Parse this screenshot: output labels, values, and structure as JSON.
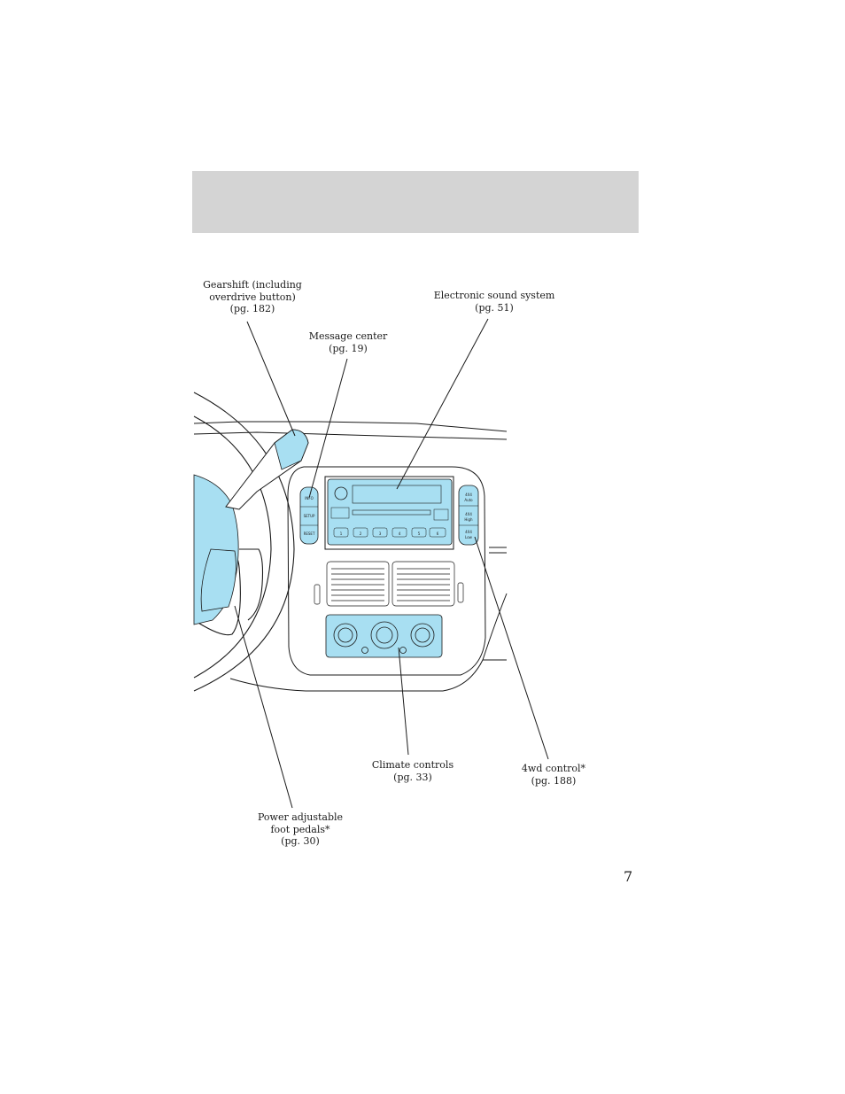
{
  "page_number": "7",
  "callouts": {
    "gearshift": [
      "Gearshift (including",
      "overdrive button)",
      "(pg. 182)"
    ],
    "message_center": [
      "Message center",
      "(pg. 19)"
    ],
    "sound_system": [
      "Electronic sound system",
      "(pg. 51)"
    ],
    "climate": [
      "Climate controls",
      "(pg. 33)"
    ],
    "fourwd": [
      "4wd control*",
      "(pg. 188)"
    ],
    "pedals": [
      "Power adjustable",
      "foot pedals*",
      "(pg. 30)"
    ]
  },
  "illustration": {
    "message_center_buttons": [
      "INFO",
      "SETUP",
      "RESET"
    ],
    "fourwd_buttons": [
      [
        "4X4",
        "Auto"
      ],
      [
        "4X4",
        "High"
      ],
      [
        "4X4",
        "Low"
      ]
    ],
    "radio_presets": [
      "1",
      "2",
      "3",
      "4",
      "5",
      "6"
    ],
    "highlight_color": "#a8dff2",
    "line_color": "#1a1a1a"
  }
}
